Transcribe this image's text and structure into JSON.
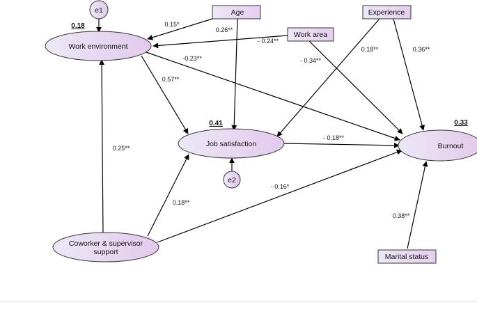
{
  "nodes": {
    "e1": "e1",
    "e2": "e2",
    "work_environment": "Work environment",
    "job_satisfaction": "Job satisfaction",
    "burnout": "Burnout",
    "support_line1": "Coworker & supervisor",
    "support_line2": "support",
    "age": "Age",
    "work_area": "Work area",
    "experience": "Experience",
    "marital_status": "Marital status"
  },
  "r_squared": {
    "work_environment": "0.18",
    "job_satisfaction": "0.41",
    "burnout": "0.33"
  },
  "coefficients": {
    "age_to_work_env": "0.15*",
    "age_to_job_sat": "0.26**",
    "work_area_to_work_env": "- 0.24**",
    "work_area_to_burnout": "- 0.34**",
    "work_env_to_burnout": "-0.23**",
    "work_env_to_job_sat": "0.57**",
    "experience_to_job_sat": "0.18**",
    "experience_to_burnout": "0.36**",
    "job_sat_to_burnout": "- 0.18**",
    "support_to_work_env": "0.25**",
    "support_to_job_sat": "0.18**",
    "support_to_burnout": "- 0.16*",
    "marital_to_burnout": "0.38**"
  },
  "colors": {
    "ellipse_fill_start": "#ece8f6",
    "ellipse_fill_end": "#e2c9ec",
    "box_fill_start": "#ece8f6",
    "box_fill_end": "#e6cdef"
  }
}
